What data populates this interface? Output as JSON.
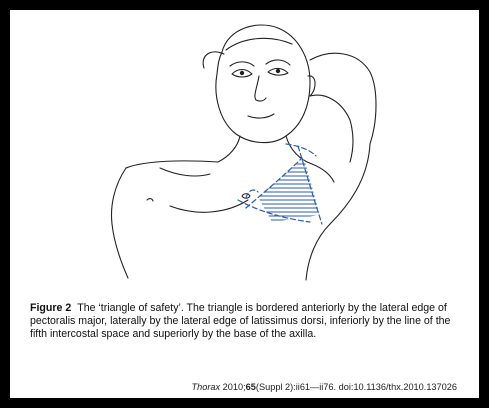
{
  "figure": {
    "label": "Figure 2",
    "caption": "The ‘triangle of safety’. The triangle is bordered anteriorly by the lateral edge of pectoralis major, laterally by the lateral edge of latissimus dorsi, inferiorly by the line of the fifth intercostal space and superiorly by the base of the axilla.",
    "hatch_color": "#2a5db0"
  },
  "citation": {
    "journal": "Thorax",
    "year": "2010;",
    "volume": "65",
    "rest": "(Suppl 2):ii61—ii76. doi:10.1136/thx.2010.137026"
  }
}
